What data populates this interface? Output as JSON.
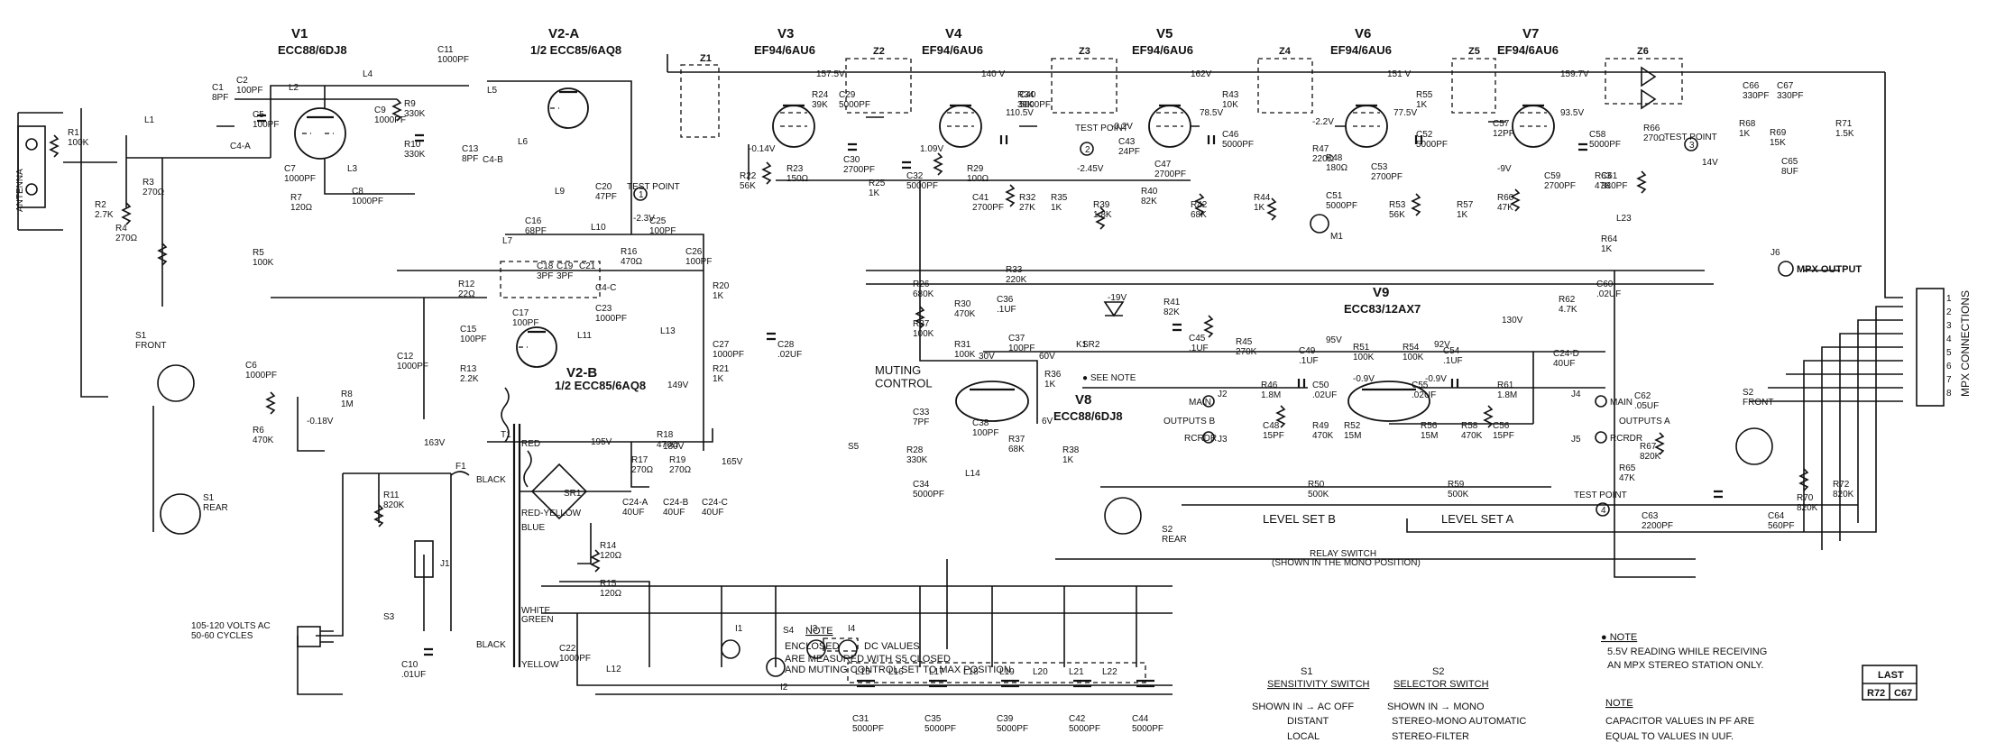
{
  "tubes": [
    {
      "name": "V1",
      "type": "ECC88/6DJ8"
    },
    {
      "name": "V2-A",
      "type": "1/2 ECC85/6AQ8"
    },
    {
      "name": "V3",
      "type": "EF94/6AU6"
    },
    {
      "name": "V4",
      "type": "EF94/6AU6"
    },
    {
      "name": "V5",
      "type": "EF94/6AU6"
    },
    {
      "name": "V6",
      "type": "EF94/6AU6"
    },
    {
      "name": "V7",
      "type": "EF94/6AU6"
    },
    {
      "name": "V2-B",
      "type": "1/2 ECC85/6AQ8"
    },
    {
      "name": "V9",
      "type": "ECC83/12AX7"
    },
    {
      "name": "V8",
      "type": "ECC88/6DJ8"
    }
  ],
  "antenna": "ANTENNA",
  "parts": {
    "R1": "R1\n100K",
    "R2": "R2\n2.7K",
    "R3": "R3\n270Ω",
    "R4": "R4\n270Ω",
    "R5": "R5\n100K",
    "R6": "R6\n470K",
    "R7": "R7\n120Ω",
    "R8": "R8\n1M",
    "R9": "R9\n330K",
    "R10": "R10\n330K",
    "R11": "R11\n820K",
    "R12": "R12\n22Ω",
    "R13": "R13\n2.2K",
    "R14": "R14\n120Ω",
    "R15": "R15\n120Ω",
    "R16": "R16\n470Ω",
    "R17": "R17\n270Ω",
    "R18": "R18\n470Ω",
    "R19": "R19\n270Ω",
    "R20": "R20\n1K",
    "R21": "R21\n1K",
    "R22": "R22\n56K",
    "R23": "R23\n150Ω",
    "R24": "R24\n39K",
    "R25": "R25\n1K",
    "R26": "R26\n680K",
    "R27": "R27\n100K",
    "R28": "R28\n330K",
    "R29": "R29\n100Ω",
    "R30": "R30\n470K",
    "R31": "R31\n100K",
    "R32": "R32\n27K",
    "R33": "R33\n220K",
    "R34": "R34\n39K",
    "R35": "R35\n1K",
    "R36": "R36\n1K",
    "R37": "R37\n68K",
    "R38": "R38\n1K",
    "R39": "R39\n1.8K",
    "R40": "R40\n82K",
    "R41": "R41\n82K",
    "R42": "R42\n68K",
    "R43": "R43\n10K",
    "R44": "R44\n1K",
    "R45": "R45\n270K",
    "R46": "R46\n1.8M",
    "R47": "R47\n220Ω",
    "R48": "R48\n180Ω",
    "R49": "R49\n470K",
    "R50": "R50\n500K",
    "R51": "R51\n100K",
    "R52": "R52\n15M",
    "R53": "R53\n56K",
    "R54": "R54\n100K",
    "R55": "R55\n1K",
    "R56": "R56\n15M",
    "R57": "R57\n1K",
    "R58": "R58\n470K",
    "R59": "R59\n500K",
    "R60": "R60\n47K",
    "R61": "R61\n1.8M",
    "R62": "R62\n4.7K",
    "R63": "R63\n47K",
    "R64": "R64\n1K",
    "R65": "R65\n47K",
    "R66": "R66\n270Ω",
    "R67": "R67\n820K",
    "R68": "R68\n1K",
    "R69": "R69\n15K",
    "R70": "R70\n820K",
    "R71": "R71\n1.5K",
    "R72": "R72\n820K",
    "C1": "C1\n8PF",
    "C2": "C2\n100PF",
    "C5": "C5\n100PF",
    "C6": "C6\n1000PF",
    "C7": "C7\n1000PF",
    "C8": "C8\n1000PF",
    "C9": "C9\n1000PF",
    "C10": "C10\n.01UF",
    "C11": "C11\n1000PF",
    "C12": "C12\n1000PF",
    "C13": "C13\n8PF",
    "C15": "C15\n100PF",
    "C16": "C16\n68PF",
    "C17": "C17\n100PF",
    "C18": "C18\n3PF",
    "C19": "C19\n3PF",
    "C20": "C20\n47PF",
    "C21": "C21",
    "C22": "C22\n1000PF",
    "C23": "C23\n1000PF",
    "C25": "C25\n100PF",
    "C26": "C26\n100PF",
    "C27": "C27\n1000PF",
    "C28": "C28\n.02UF",
    "C29": "C29\n5000PF",
    "C30": "C30\n2700PF",
    "C31": "C31\n5000PF",
    "C32": "C32\n5000PF",
    "C33": "C33\n7PF",
    "C34": "C34\n5000PF",
    "C35": "C35\n5000PF",
    "C36": "C36\n.1UF",
    "C37": "C37\n100PF",
    "C38": "C38\n100PF",
    "C39": "C39\n5000PF",
    "C40": "C40\n5000PF",
    "C41": "C41\n2700PF",
    "C42": "C42\n5000PF",
    "C43": "C43\n24PF",
    "C44": "C44\n5000PF",
    "C45": "C45\n.1UF",
    "C46": "C46\n5000PF",
    "C47": "C47\n2700PF",
    "C48": "C48\n15PF",
    "C49": "C49\n.1UF",
    "C50": "C50\n.02UF",
    "C51": "C51\n5000PF",
    "C52": "C52\n5000PF",
    "C53": "C53\n2700PF",
    "C54": "C54\n.1UF",
    "C55": "C55\n.02UF",
    "C56": "C56\n15PF",
    "C57": "C57\n12PF",
    "C58": "C58\n5000PF",
    "C59": "C59\n2700PF",
    "C60": "C60\n.02UF",
    "C61": "C61\n330PF",
    "C62": "C62\n.05UF",
    "C63": "C63\n2200PF",
    "C64": "C64\n560PF",
    "C65": "C65\n8UF",
    "C66": "C66\n330PF",
    "C67": "C67\n330PF",
    "C24A": "C24-A\n40UF",
    "C24B": "C24-B\n40UF",
    "C24C": "C24-C\n40UF",
    "C24D": "C24-D\n40UF",
    "C4A": "C4-A",
    "C4B": "C4-B",
    "C4C": "C4-C",
    "L1": "L1",
    "L2": "L2",
    "L3": "L3",
    "L4": "L4",
    "L5": "L5",
    "L6": "L6",
    "L7": "L7",
    "L9": "L9",
    "L10": "L10",
    "L11": "L11",
    "L12": "L12",
    "L13": "L13",
    "L14": "L14",
    "L15": "L15",
    "L16": "L16",
    "L17": "L17",
    "L18": "L18",
    "L19": "L19",
    "L20": "L20",
    "L21": "L21",
    "L22": "L22",
    "L23": "L23",
    "Z1": "Z1",
    "Z2": "Z2",
    "Z3": "Z3",
    "Z4": "Z4",
    "Z5": "Z5",
    "Z6": "Z6",
    "T1": "T1",
    "F1": "F1",
    "J1": "J1",
    "J6": "J6",
    "K1": "K1",
    "SR1": "SR1",
    "SR2": "SR2",
    "M1": "M1",
    "I1": "I1",
    "I2": "I2",
    "I3": "I3",
    "I4": "I4",
    "S3": "S3",
    "S4": "S4",
    "S5": "S5",
    "J2": "J2",
    "J3": "J3",
    "J4": "J4",
    "J5": "J5"
  },
  "voltages": {
    "v3p": "157.5V",
    "v4p": "140 V",
    "v4s": "110.5V",
    "v5p": "162V",
    "v5s": "78.5V",
    "v6p": "151 V",
    "v6s": "77.5V",
    "v7p": "159.7V",
    "v7s": "93.5V",
    "v3g": "-0.14V",
    "v4g": "1.09V",
    "v5g": "-0.2V",
    "v6g": "-2.2V",
    "b163": "163V",
    "b195": "195V",
    "b180": "180V",
    "b165": "165V",
    "b149": "149V",
    "b130": "130V",
    "v8a": "30V",
    "v8b": "60V",
    "v8c": "6V",
    "v9a": "95V",
    "v9b": "-0.9V",
    "v9c": "92V",
    "v9d": "-0.9V",
    "neg9": "-9V",
    "neg19": "-19V",
    "neg018": "-0.18V",
    "tp1v": "-2.3V",
    "tp2v": "-2.45V",
    "tp3v": "14V",
    "z5v": "-9V"
  },
  "labels": {
    "test_point": "TEST POINT",
    "tp1": "1",
    "tp2": "2",
    "tp3": "3",
    "tp4": "4",
    "muting": "MUTING\nCONTROL",
    "mpx_output": "MPX OUTPUT",
    "mpx_connections": "MPX CONNECTIONS",
    "outputs_a": "OUTPUTS A",
    "outputs_b": "OUTPUTS B",
    "main": "MAIN",
    "rcrdr": "RCRDR",
    "level_b": "LEVEL SET B",
    "level_a": "LEVEL SET A",
    "relay_switch": "RELAY SWITCH",
    "relay_sub": "(SHOWN IN THE MONO POSITION)",
    "s1_front": "S1\nFRONT",
    "s1_rear": "S1\nREAR",
    "s2_front": "S2\nFRONT",
    "s2_rear": "S2\nREAR",
    "see_note": "● SEE NOTE",
    "ac_in": "105-120 VOLTS AC\n50-60 CYCLES",
    "red": "RED",
    "red_yellow": "RED-YELLOW",
    "blue": "BLUE",
    "white": "WHITE",
    "black": "BLACK",
    "green": "GREEN",
    "yellow": "YELLOW",
    "pins_1": "1",
    "pins_2": "2",
    "pins_3": "3",
    "pins_4": "4",
    "pins_5": "5",
    "pins_6": "6",
    "pins_7": "7",
    "pins_8": "8"
  },
  "notes": {
    "left_title": "NOTE",
    "left_enclosed": "ENCLOSED",
    "left_dc": "DC VALUES",
    "left_line2": "ARE MEASURED WITH S5 CLOSED",
    "left_line3": "AND MUTING CONTROL SET TO MAX POSITION",
    "s1_title": "S1",
    "s1_sub": "SENSITIVITY SWITCH",
    "s1_shown": "SHOWN IN → AC OFF",
    "s1_2": "DISTANT",
    "s1_3": "LOCAL",
    "s2_title": "S2",
    "s2_sub": "SELECTOR SWITCH",
    "s2_shown": "SHOWN IN → MONO",
    "s2_2": "STEREO-MONO AUTOMATIC",
    "s2_3": "STEREO-FILTER",
    "n1_title": "● NOTE",
    "n1_line1": "5.5V READING WHILE RECEIVING",
    "n1_line2": "AN MPX STEREO STATION ONLY.",
    "n2_title": "NOTE",
    "n2_line1": "CAPACITOR VALUES IN PF ARE",
    "n2_line2": "EQUAL TO VALUES IN UUF.",
    "last_title": "LAST",
    "last_r": "R72",
    "last_c": "C67"
  }
}
